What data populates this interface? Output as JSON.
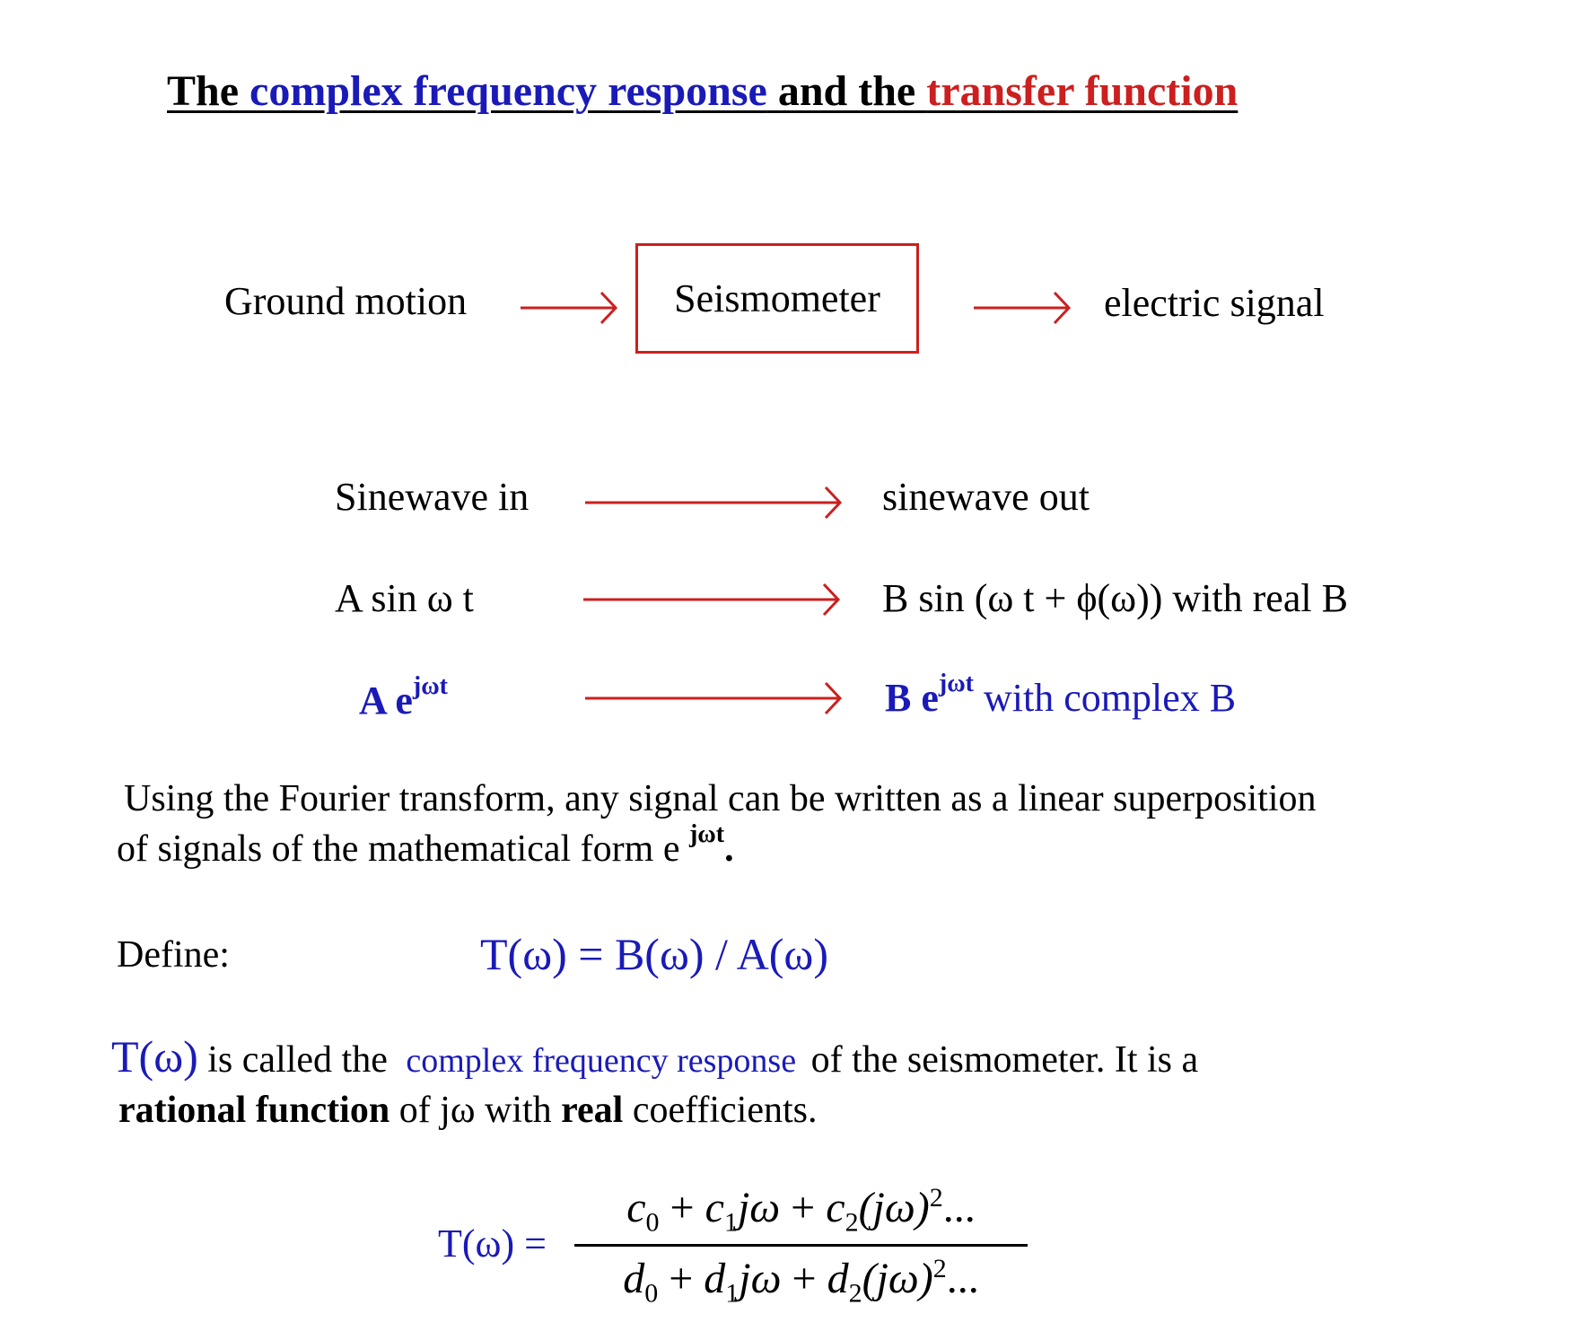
{
  "title": {
    "part1": "The ",
    "part2": "complex frequency response",
    "part3": " and the ",
    "part4": "transfer function"
  },
  "block_diagram": {
    "input_label": "Ground motion",
    "box_label": "Seismometer",
    "output_label": "electric signal"
  },
  "mappings": [
    {
      "input": "Sinewave in",
      "output": "sinewave out"
    },
    {
      "input": "A sin ω t",
      "output": "B sin (ω t + ϕ(ω)) with real B"
    },
    {
      "input_base": "A e",
      "input_exp": "jωt",
      "output_base": "B e",
      "output_exp": "jωt",
      "output_suffix": " with complex B"
    }
  ],
  "fourier_paragraph": {
    "line1": "Using the Fourier transform, any signal can be written as a linear superposition",
    "line2": "of signals of the mathematical form e ",
    "line2_exp": "jωt",
    "line2_end": "."
  },
  "definition": {
    "label": "Define:",
    "formula": "T(ω) = B(ω) / A(ω)"
  },
  "description": {
    "symbol": "T(ω)",
    "text1": " is called the ",
    "highlight": "complex frequency response",
    "text2": " of the seismometer. It is a",
    "bold1": "rational function",
    "text3": " of jω with ",
    "bold2": "real",
    "text4": " coefficients."
  },
  "transfer_formula": {
    "lhs": "T(ω) =",
    "numerator": {
      "c0": "c",
      "c0_sub": "0",
      "op1": " + ",
      "c1": "c",
      "c1_sub": "1",
      "t1": "jω",
      "op2": " + ",
      "c2": "c",
      "c2_sub": "2",
      "t2": "(jω)",
      "t2_sup": "2",
      "tail": "..."
    },
    "denominator": {
      "d0": "d",
      "d0_sub": "0",
      "op1": " + ",
      "d1": "d",
      "d1_sub": "1",
      "t1": "jω",
      "op2": " + ",
      "d2": "d",
      "d2_sub": "2",
      "t2": "(jω)",
      "t2_sup": "2",
      "tail": "..."
    }
  },
  "colors": {
    "accent_blue": "#1a1ab8",
    "accent_red": "#cc1f1f",
    "text": "#000000",
    "background": "#ffffff"
  }
}
